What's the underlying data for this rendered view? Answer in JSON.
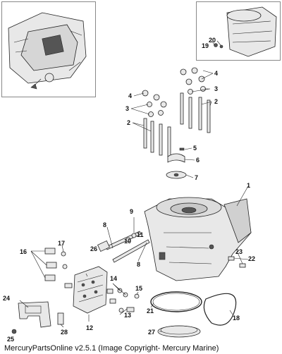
{
  "callouts": [
    {
      "id": "c1",
      "text": "1"
    },
    {
      "id": "c2a",
      "text": "2"
    },
    {
      "id": "c2b",
      "text": "2"
    },
    {
      "id": "c3a",
      "text": "3"
    },
    {
      "id": "c3b",
      "text": "3"
    },
    {
      "id": "c4a",
      "text": "4"
    },
    {
      "id": "c4b",
      "text": "4"
    },
    {
      "id": "c5",
      "text": "5"
    },
    {
      "id": "c6",
      "text": "6"
    },
    {
      "id": "c7",
      "text": "7"
    },
    {
      "id": "c8a",
      "text": "8"
    },
    {
      "id": "c8b",
      "text": "8"
    },
    {
      "id": "c9",
      "text": "9"
    },
    {
      "id": "c10",
      "text": "10"
    },
    {
      "id": "c11",
      "text": "11"
    },
    {
      "id": "c12",
      "text": "12"
    },
    {
      "id": "c13",
      "text": "13"
    },
    {
      "id": "c14",
      "text": "14"
    },
    {
      "id": "c15",
      "text": "15"
    },
    {
      "id": "c16",
      "text": "16"
    },
    {
      "id": "c17",
      "text": "17"
    },
    {
      "id": "c18",
      "text": "18"
    },
    {
      "id": "c19",
      "text": "19"
    },
    {
      "id": "c20",
      "text": "20"
    },
    {
      "id": "c21",
      "text": "21"
    },
    {
      "id": "c22",
      "text": "22"
    },
    {
      "id": "c23",
      "text": "23"
    },
    {
      "id": "c24",
      "text": "24"
    },
    {
      "id": "c25",
      "text": "25"
    },
    {
      "id": "c26",
      "text": "26"
    },
    {
      "id": "c27",
      "text": "27"
    },
    {
      "id": "c28",
      "text": "28"
    }
  ],
  "footer": {
    "text": "MercuryPartsOnline v2.5.1 (Image Copyright- Mercury Marine)"
  }
}
